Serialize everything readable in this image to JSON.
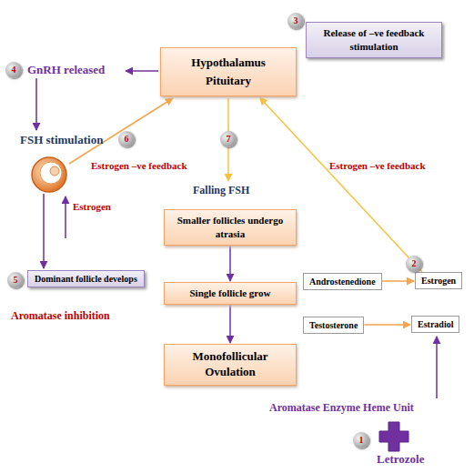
{
  "diagram": {
    "nodes": [
      {
        "text": [
          "Release of –ve feedback stimulation"
        ]
      },
      {
        "text": [
          "Hypothalamus Pituitary"
        ]
      },
      {
        "text": [
          "Smaller follicles undergo atrasia"
        ]
      },
      {
        "text": [
          "Dominant follicle develops"
        ]
      },
      {
        "text": [
          "Androstenedione"
        ]
      },
      {
        "text": [
          "Estrogen"
        ]
      },
      {
        "text": [
          "Single follicle grow"
        ]
      },
      {
        "text": [
          "Testosterone"
        ]
      },
      {
        "text": [
          "Estradiol"
        ]
      },
      {
        "text": [
          "Monofollicular Ovulation"
        ]
      }
    ],
    "edges": [
      {
        "from": 2,
        "to": 6,
        "arrow": "to"
      },
      {
        "from": 6,
        "to": 9,
        "arrow": "to"
      },
      {
        "from": 4,
        "to": 5,
        "arrow": "to"
      },
      {
        "from": 7,
        "to": 8,
        "arrow": "to"
      },
      {
        "from": 5,
        "to": 1,
        "arrow": "to"
      }
    ],
    "labels": [
      "3",
      "4",
      "GnRH released",
      "FSH stimulation",
      "6",
      "7",
      "Estrogen –ve feedback",
      "Estrogen –ve feedback",
      "Estrogen",
      "Falling FSH",
      "2",
      "5",
      "Aromatase inhibition",
      "Aromatase Enzyme Heme Unit",
      "1",
      "Letrozole"
    ]
  }
}
